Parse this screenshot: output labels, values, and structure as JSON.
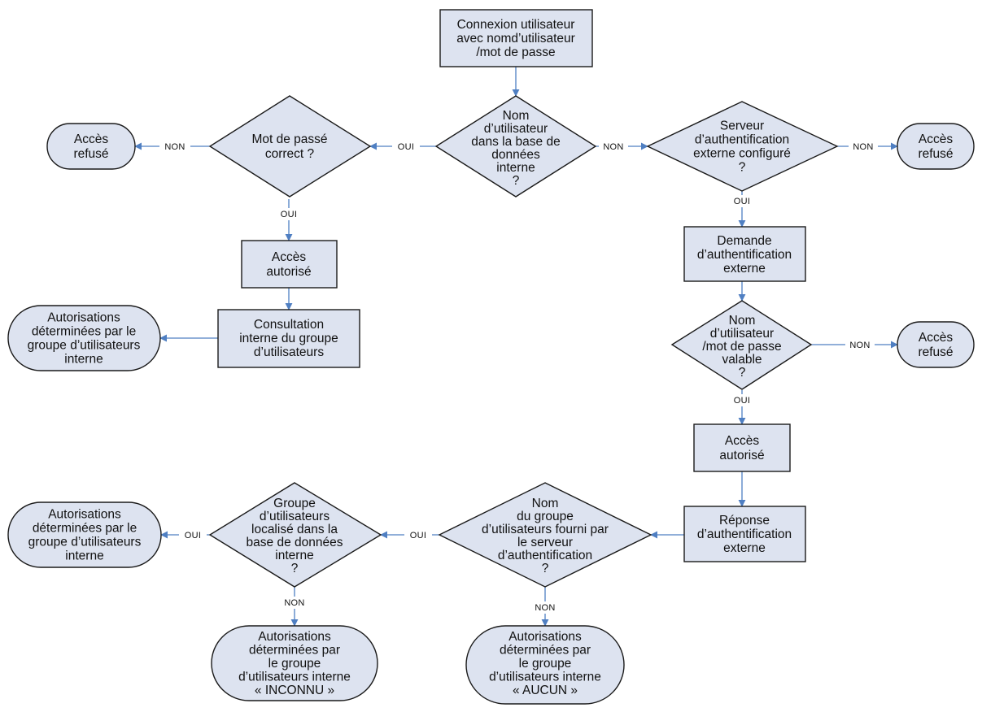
{
  "colors": {
    "node_fill": "#dde3f0",
    "node_stroke": "#1a1a1a",
    "edge": "#4f7fc2"
  },
  "nodes": {
    "login": [
      "Connexion utilisateur",
      "avec nomd’utilisateur",
      "/mot de passe"
    ],
    "q_user_internal": [
      "Nom",
      "d’utilisateur",
      "dans la base de",
      "données",
      "interne",
      "?"
    ],
    "q_password": [
      "Mot de passé",
      "correct ?"
    ],
    "denied_left": [
      "Accès",
      "refusé"
    ],
    "granted_left": [
      "Accès",
      "autorisé"
    ],
    "lookup_internal_group": [
      "Consultation",
      "interne du groupe",
      "d’utilisateurs"
    ],
    "perm_internal_top": [
      "Autorisations",
      "déterminées par le",
      "groupe d’utilisateurs",
      "interne"
    ],
    "q_ext_server": [
      "Serveur",
      "d’authentification",
      "externe configuré",
      "?"
    ],
    "denied_right_top": [
      "Accès",
      "refusé"
    ],
    "ext_request": [
      "Demande",
      "d’authentification",
      "externe"
    ],
    "q_valid_credentials": [
      "Nom",
      "d’utilisateur",
      "/mot de passe",
      "valable",
      "?"
    ],
    "denied_right_mid": [
      "Accès",
      "refusé"
    ],
    "granted_right": [
      "Accès",
      "autorisé"
    ],
    "ext_response": [
      "Réponse",
      "d’authentification",
      "externe"
    ],
    "q_group_provided": [
      "Nom",
      "du groupe",
      "d’utilisateurs fourni par",
      "le serveur",
      "d’authentification",
      "?"
    ],
    "q_group_local": [
      "Groupe",
      "d’utilisateurs",
      "localisé dans la",
      "base de données",
      "interne",
      "?"
    ],
    "perm_internal_bottom": [
      "Autorisations",
      "déterminées par le",
      "groupe d’utilisateurs",
      "interne"
    ],
    "perm_inconnu": [
      "Autorisations",
      "déterminées par",
      "le groupe",
      "d’utilisateurs interne",
      "« INCONNU »"
    ],
    "perm_aucun": [
      "Autorisations",
      "déterminées par",
      "le groupe",
      "d’utilisateurs interne",
      "« AUCUN »"
    ]
  },
  "edge_labels": {
    "user_internal_yes": "OUI",
    "user_internal_no": "NON",
    "password_no": "NON",
    "password_yes": "OUI",
    "ext_server_no": "NON",
    "ext_server_yes": "OUI",
    "credentials_no": "NON",
    "credentials_yes": "OUI",
    "group_provided_yes": "OUI",
    "group_provided_no": "NON",
    "group_local_yes": "OUI",
    "group_local_no": "NON"
  }
}
